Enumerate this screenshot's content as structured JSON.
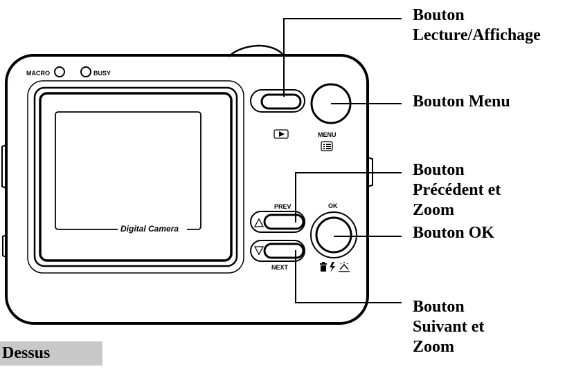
{
  "diagram": {
    "section_title": "Dessus",
    "camera_labels": {
      "macro": "MACRO",
      "busy": "BUSY",
      "menu": "MENU",
      "prev": "PREV",
      "next": "NEXT",
      "ok": "OK",
      "screen": "Digital Camera"
    },
    "callouts": {
      "playback": "Bouton\nLecture/Affichage",
      "menu": "Bouton Menu",
      "prev_zoom": "Bouton\nPrécédent et\nZoom",
      "ok": "Bouton OK",
      "next_zoom": "Bouton\nSuivant et\nZoom"
    },
    "icons": [
      "play-icon",
      "menu-list-icon",
      "trash-icon",
      "flash-icon",
      "scene-icon",
      "up-triangle-icon",
      "down-triangle-icon"
    ]
  }
}
